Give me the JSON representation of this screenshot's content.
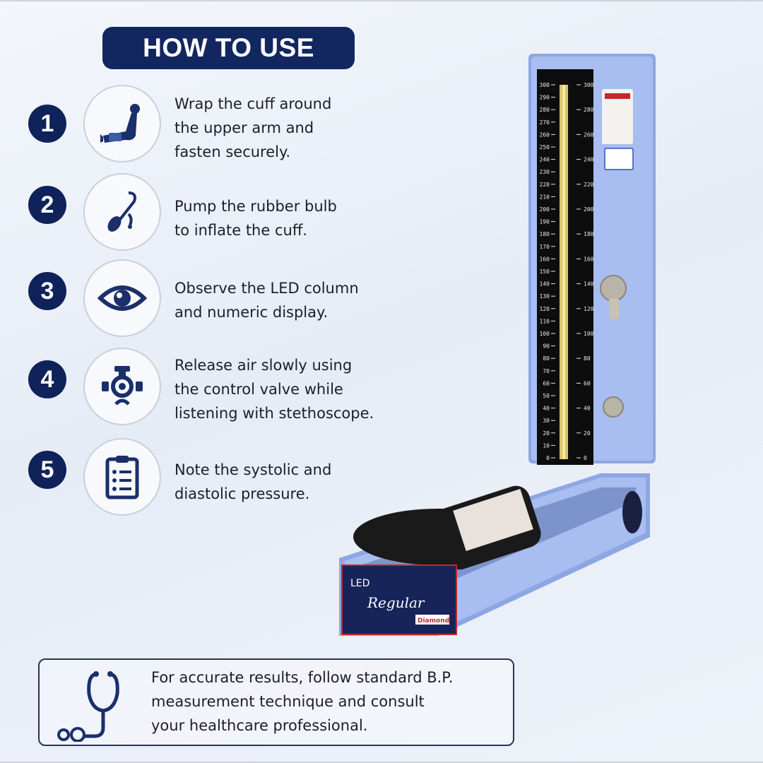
{
  "title": "HOW TO USE",
  "steps": [
    {
      "number": "1",
      "icon": "arm-cuff-icon",
      "text": "Wrap the cuff around\nthe upper arm and\nfasten securely."
    },
    {
      "number": "2",
      "icon": "rubber-bulb-icon",
      "text": "Pump the rubber bulb\nto inflate the cuff."
    },
    {
      "number": "3",
      "icon": "eye-icon",
      "text": "Observe the LED column\nand numeric display."
    },
    {
      "number": "4",
      "icon": "control-valve-icon",
      "text": "Release air slowly using\nthe control valve while\nlistening with stethoscope."
    },
    {
      "number": "5",
      "icon": "clipboard-icon",
      "text": "Note the systolic and\ndiastolic pressure."
    }
  ],
  "note": {
    "icon": "stethoscope-icon",
    "text": "For accurate results, follow standard B.P.\nmeasurement technique and consult\nyour healthcare professional."
  },
  "device": {
    "brand": "Diamond",
    "label_top": "LED",
    "label_script": "Regular",
    "scale_left": [
      "300",
      "290",
      "280",
      "270",
      "260",
      "250",
      "240",
      "230",
      "220",
      "210",
      "200",
      "190",
      "180",
      "170",
      "160",
      "150",
      "140",
      "130",
      "120",
      "110",
      "100",
      "90",
      "80",
      "70",
      "60",
      "50",
      "40",
      "30",
      "20",
      "10",
      "0"
    ],
    "scale_right": [
      "300",
      "280",
      "260",
      "240",
      "220",
      "200",
      "180",
      "160",
      "140",
      "120",
      "100",
      "80",
      "60",
      "40",
      "20",
      "0"
    ]
  },
  "colors": {
    "navy": "#122660",
    "device_blue": "#9fb5ea",
    "device_blue_dark": "#7f97d6",
    "scale_black": "#0d0d0d",
    "mercury_gold": "#d8c56a"
  }
}
